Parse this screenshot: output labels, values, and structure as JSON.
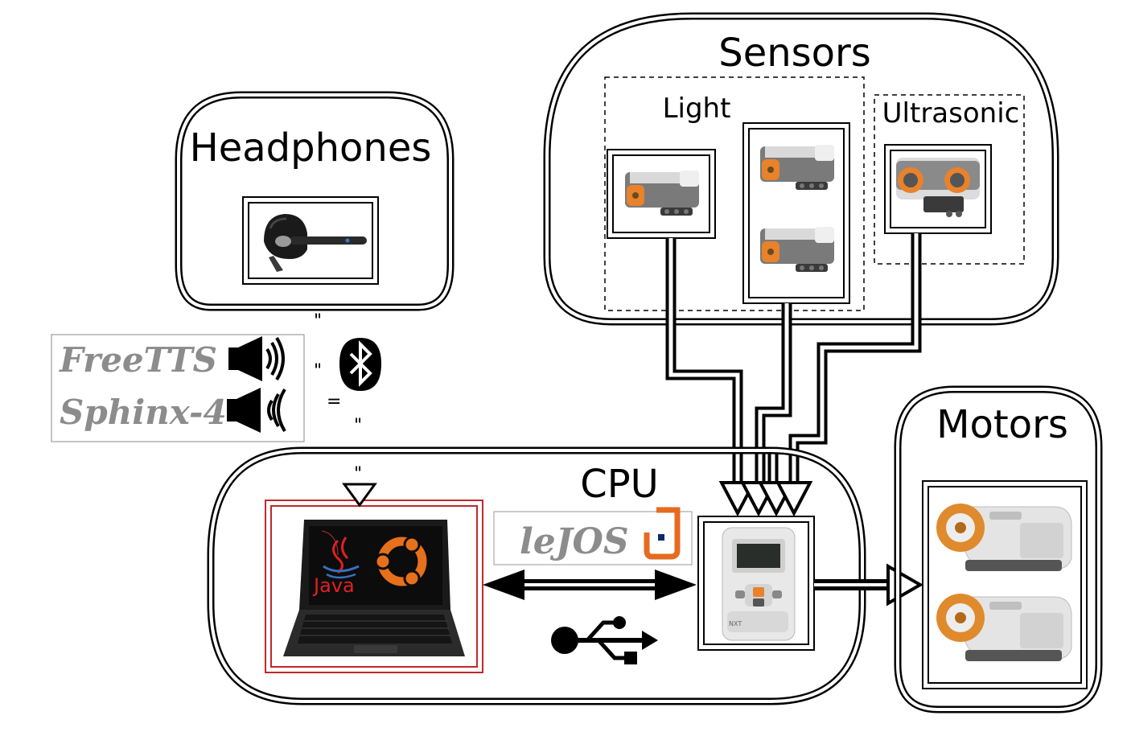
{
  "groups": {
    "headphones": {
      "label": "Headphones"
    },
    "sensors": {
      "label": "Sensors",
      "light_label": "Light",
      "ultrasonic_label": "Ultrasonic"
    },
    "cpu": {
      "label": "CPU"
    },
    "motors": {
      "label": "Motors"
    }
  },
  "software": {
    "tts": "FreeTTS",
    "asr": "Sphinx-4",
    "nxt_firmware": "leJOS"
  },
  "laptop": {
    "java_label": "Java"
  },
  "link_marks": {
    "mark": "\"",
    "eq": "="
  },
  "icons": [
    "headset-icon",
    "light-sensor-icon",
    "ultrasonic-sensor-icon",
    "speaker-icon",
    "microphone-icon",
    "bluetooth-icon",
    "laptop-icon",
    "java-logo-icon",
    "ubuntu-logo-icon",
    "lejos-logo-icon",
    "nxt-brick-icon",
    "usb-icon",
    "motor-icon"
  ],
  "colors": {
    "laptop_frame": "#c0282d",
    "software_text": "#8c8c8c",
    "lejos_orange": "#e66a1f",
    "sensor_orange": "#e8822b"
  }
}
